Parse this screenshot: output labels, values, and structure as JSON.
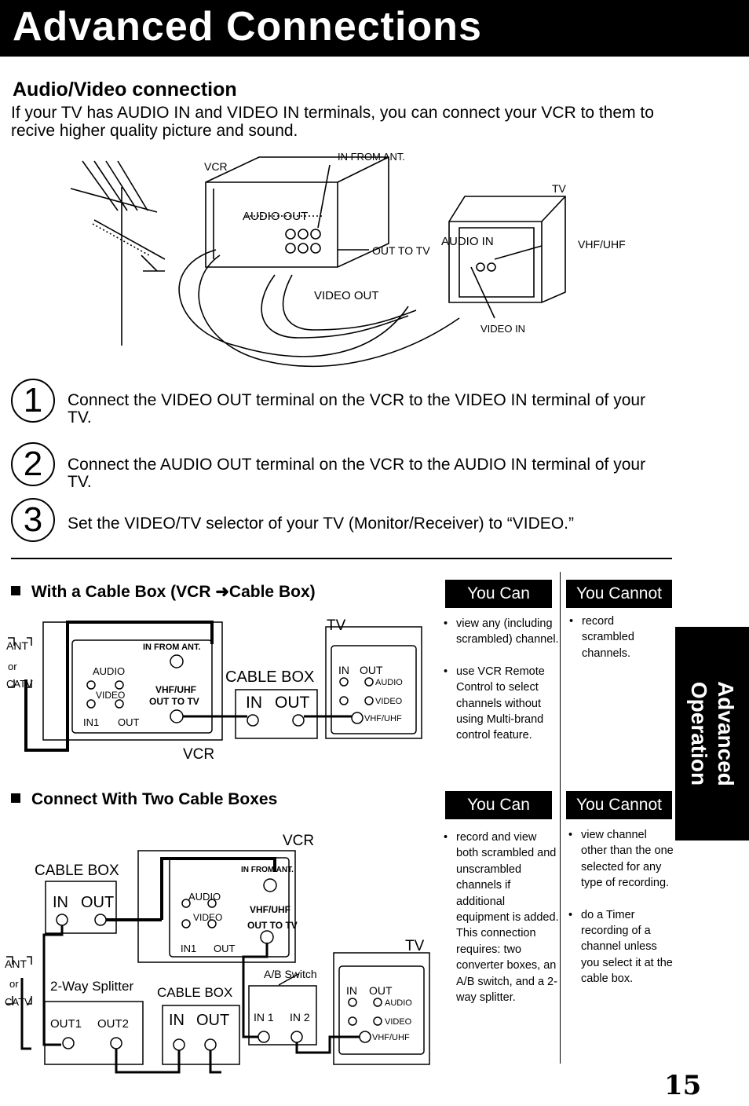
{
  "header": {
    "title": "Advanced  Connections"
  },
  "section": {
    "title": "Audio/Video connection",
    "intro": "If your TV has AUDIO IN and VIDEO IN terminals, you can connect your VCR to them to recive higher quality picture and sound."
  },
  "diagram_top": {
    "vcr": "VCR",
    "in_from_ant": "IN FROM ANT.",
    "tv": "TV",
    "audio_out": "AUDIO OUT",
    "audio_in": "AUDIO IN",
    "out_to_tv": "OUT TO TV",
    "vhf_uhf": "VHF/UHF",
    "video_out": "VIDEO OUT",
    "video_in": "VIDEO IN"
  },
  "steps": [
    {
      "num": "1",
      "text": "Connect the VIDEO OUT terminal on the VCR to the VIDEO IN terminal of your TV."
    },
    {
      "num": "2",
      "text": "Connect the AUDIO OUT terminal on the VCR to the AUDIO IN terminal of your TV."
    },
    {
      "num": "3",
      "text": "Set the VIDEO/TV selector of your TV (Monitor/Receiver) to “VIDEO.”"
    }
  ],
  "cable_box": {
    "heading": "With a Cable Box (VCR ➜Cable Box)",
    "diagram": {
      "ant": "ANT",
      "or": "or",
      "catv": "CATV",
      "in_from_ant": "IN FROM ANT.",
      "audio": "AUDIO",
      "video": "VIDEO",
      "in1": "IN1",
      "out": "OUT",
      "vhf_uhf": "VHF/UHF",
      "out_to_tv": "OUT TO TV",
      "cable_box": "CABLE BOX",
      "in": "IN",
      "out2": "OUT",
      "vcr": "VCR",
      "tv": "TV",
      "tv_in": "IN",
      "tv_out": "OUT",
      "tv_audio": "AUDIO",
      "tv_video": "VIDEO",
      "tv_vhf": "VHF/UHF"
    },
    "you_can": {
      "label": "You Can",
      "items": [
        "view any (including scrambled) channel.",
        "use VCR Remote Control to select channels without using Multi-brand control feature."
      ]
    },
    "you_cannot": {
      "label": "You Cannot",
      "items": [
        "record scrambled channels."
      ]
    }
  },
  "two_boxes": {
    "heading": "Connect With Two Cable Boxes",
    "diagram": {
      "vcr": "VCR",
      "cable_box_1": "CABLE BOX",
      "in": "IN",
      "out": "OUT",
      "in_from_ant": "IN FROM ANT.",
      "audio": "AUDIO",
      "video": "VIDEO",
      "in1": "IN1",
      "vcr_out": "OUT",
      "vhf_uhf": "VHF/UHF",
      "out_to_tv": "OUT TO TV",
      "tv": "TV",
      "ant": "ANT",
      "or": "or",
      "catv": "CATV",
      "splitter": "2-Way Splitter",
      "out1": "OUT1",
      "out2": "OUT2",
      "cable_box_2": "CABLE BOX",
      "ab_switch": "A/B Switch",
      "ab_in1": "IN 1",
      "ab_in2": "IN 2",
      "tv_in": "IN",
      "tv_out": "OUT",
      "tv_audio": "AUDIO",
      "tv_video": "VIDEO",
      "tv_vhf": "VHF/UHF"
    },
    "you_can": {
      "label": "You Can",
      "items": [
        "record and view both scrambled and unscrambled channels if additional equipment is added. This connection requires: two converter boxes, an A/B switch, and a 2-way splitter."
      ]
    },
    "you_cannot": {
      "label": "You Cannot",
      "items": [
        "view channel other than the one selected for any type of recording.",
        "do a Timer recording of a channel unless you select it at the cable box."
      ]
    }
  },
  "side_tab": {
    "line1": "Advanced",
    "line2": "Operation"
  },
  "page_number": "15"
}
